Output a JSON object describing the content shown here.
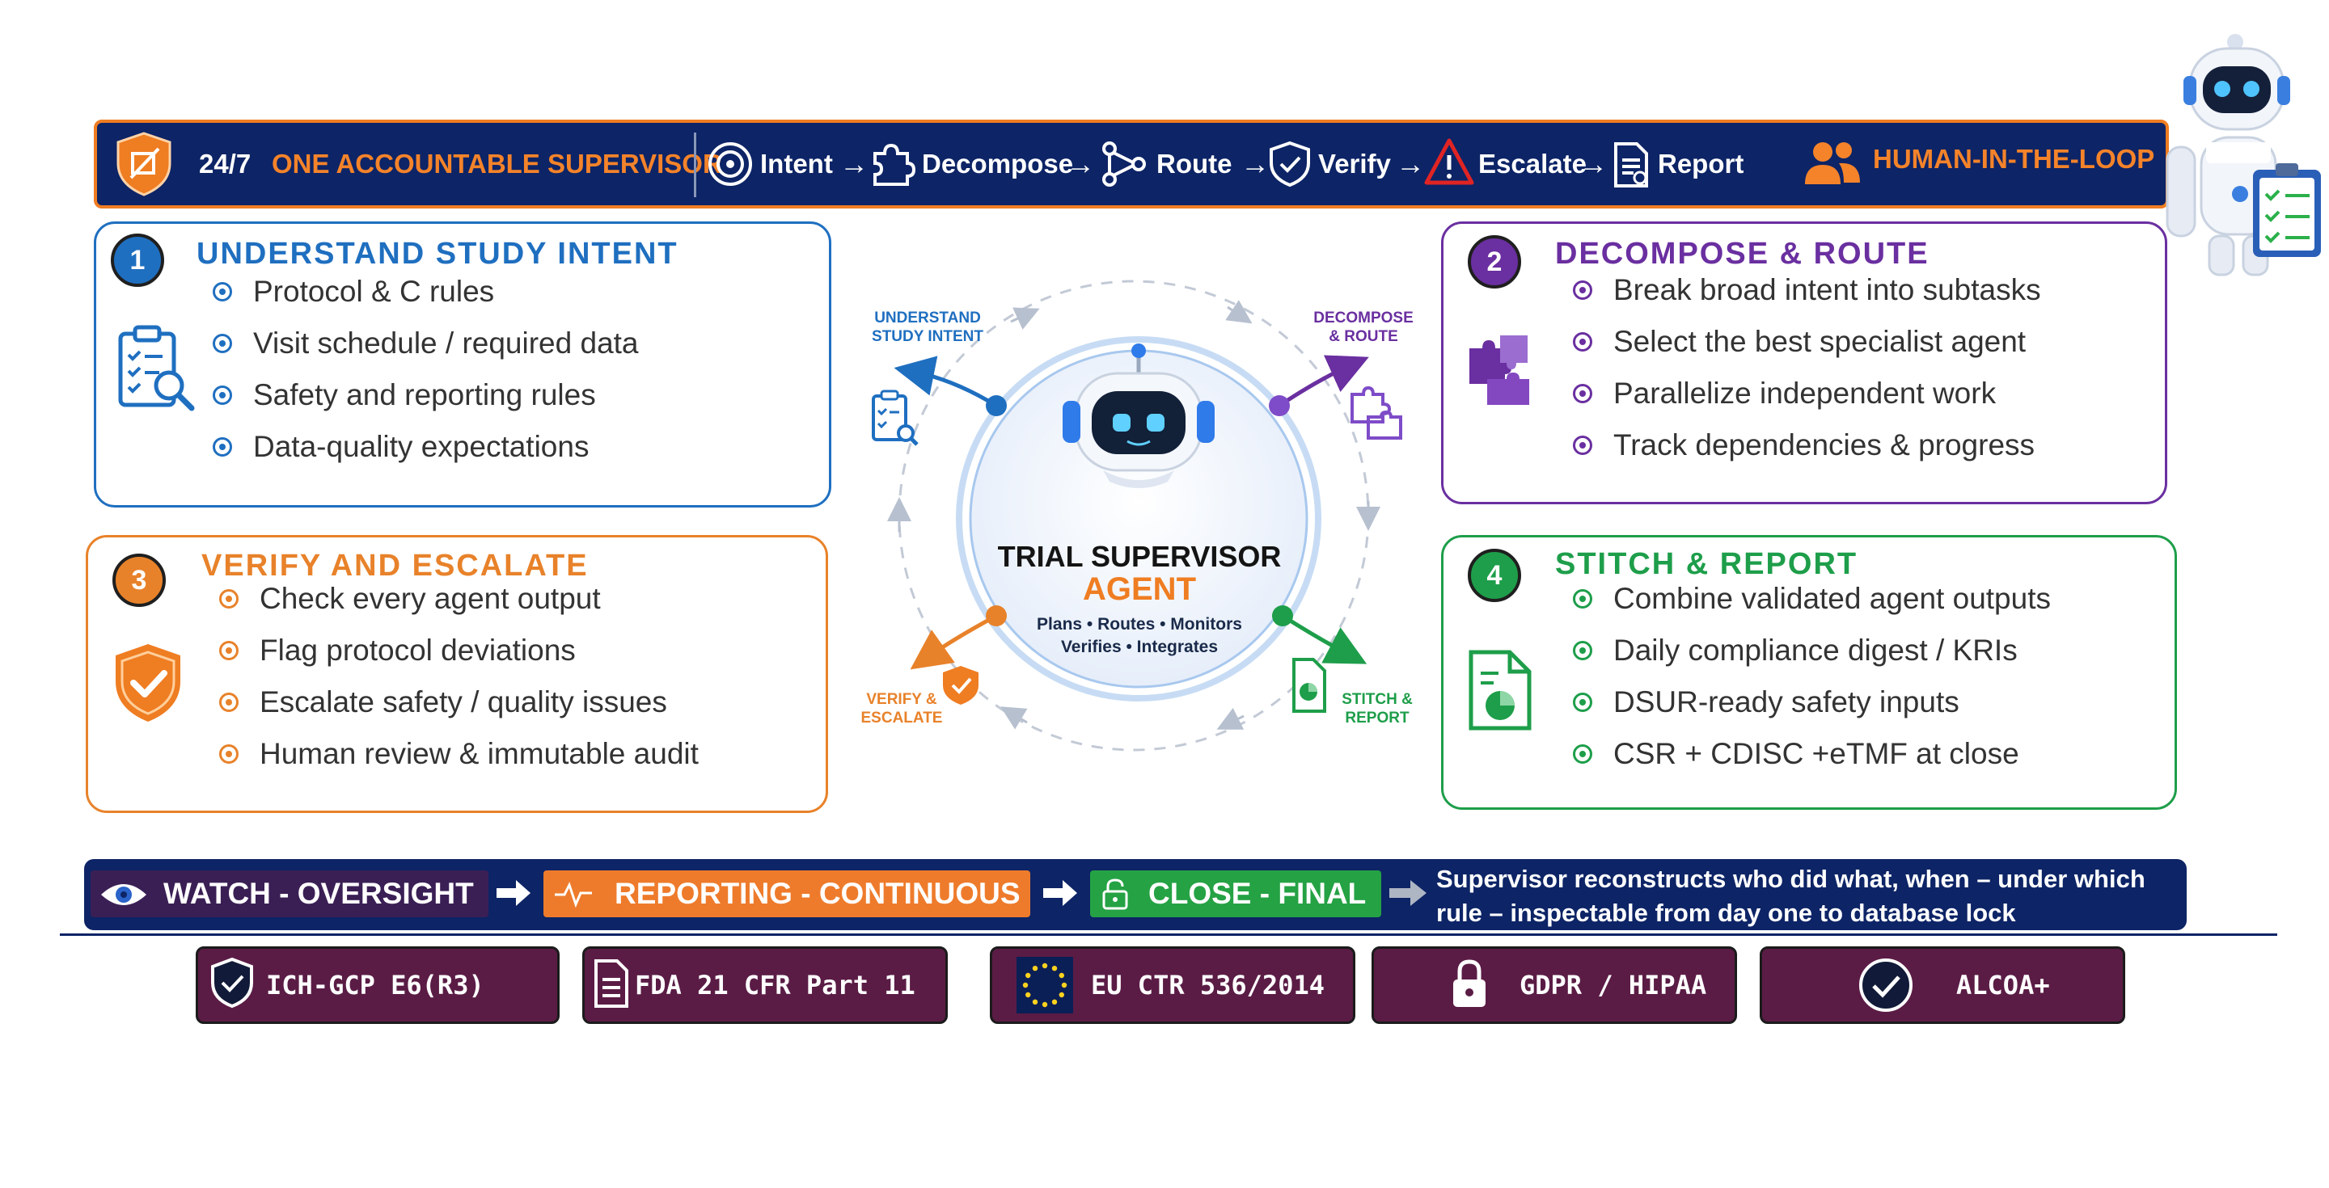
{
  "header": {
    "always_on": "24/7",
    "supervisor_label": "ONE ACCOUNTABLE SUPERVISOR",
    "flow": [
      {
        "label": "Intent",
        "icon": "target-icon"
      },
      {
        "label": "Decompose",
        "icon": "puzzle-icon"
      },
      {
        "label": "Route",
        "icon": "route-icon"
      },
      {
        "label": "Verify",
        "icon": "shield-check-icon"
      },
      {
        "label": "Escalate",
        "icon": "warning-icon"
      },
      {
        "label": "Report",
        "icon": "report-icon"
      }
    ],
    "arrow": "→",
    "hitl_label": "HUMAN-IN-THE-LOOP"
  },
  "cards": [
    {
      "number": "1",
      "title": "UNDERSTAND STUDY INTENT",
      "color": "#1f6fc0",
      "items": [
        "Protocol & C rules",
        "Visit schedule / required data",
        "Safety and reporting rules",
        "Data-quality expectations"
      ]
    },
    {
      "number": "2",
      "title": "DECOMPOSE & ROUTE",
      "color": "#6a2fa0",
      "items": [
        "Break broad intent into subtasks",
        "Select the best specialist agent",
        "Parallelize independent work",
        "Track dependencies & progress"
      ]
    },
    {
      "number": "3",
      "title": "VERIFY AND ESCALATE",
      "color": "#e8822a",
      "items": [
        "Check every agent output",
        "Flag protocol deviations",
        "Escalate safety / quality issues",
        "Human review & immutable audit"
      ]
    },
    {
      "number": "4",
      "title": "STITCH & REPORT",
      "color": "#1e9e4a",
      "items": [
        "Combine validated agent outputs",
        "Daily compliance digest / KRIs",
        "DSUR-ready safety inputs",
        "CSR + CDISC +eTMF at close"
      ]
    }
  ],
  "center": {
    "title": "TRIAL SUPERVISOR",
    "agent": "AGENT",
    "line1": "Plans • Routes • Monitors",
    "line2": "Verifies • Integrates",
    "labels": {
      "understand": [
        "UNDERSTAND",
        "STUDY INTENT"
      ],
      "decompose": [
        "DECOMPOSE",
        "& ROUTE"
      ],
      "verify": [
        "VERIFY &",
        "ESCALATE"
      ],
      "stitch": [
        "STITCH &",
        "REPORT"
      ]
    }
  },
  "band": {
    "stages": [
      {
        "label": "WATCH - OVERSIGHT",
        "icon": "eye-icon",
        "color": "#3a1f55"
      },
      {
        "label": "REPORTING - CONTINUOUS",
        "icon": "pulse-icon",
        "color": "#ee7b2b"
      },
      {
        "label": "CLOSE - FINAL",
        "icon": "lock-icon",
        "color": "#25a244"
      }
    ],
    "note_line1": "Supervisor reconstructs who did what, when – under which",
    "note_line2": "rule – inspectable from day one to database lock"
  },
  "badges": [
    {
      "label": "ICH-GCP E6(R3)",
      "icon": "shield-check-icon"
    },
    {
      "label": "FDA 21 CFR Part 11",
      "icon": "document-icon"
    },
    {
      "label": "EU CTR 536/2014",
      "icon": "eu-stars-icon"
    },
    {
      "label": "GDPR / HIPAA",
      "icon": "padlock-icon"
    },
    {
      "label": "ALCOA+",
      "icon": "check-circle-icon"
    }
  ],
  "colors": {
    "navy": "#0d2466",
    "orange": "#ef7d22",
    "badge": "#5a1c45",
    "blue": "#1f6fc0",
    "purple": "#6a2fa0",
    "green": "#1e9e4a"
  }
}
